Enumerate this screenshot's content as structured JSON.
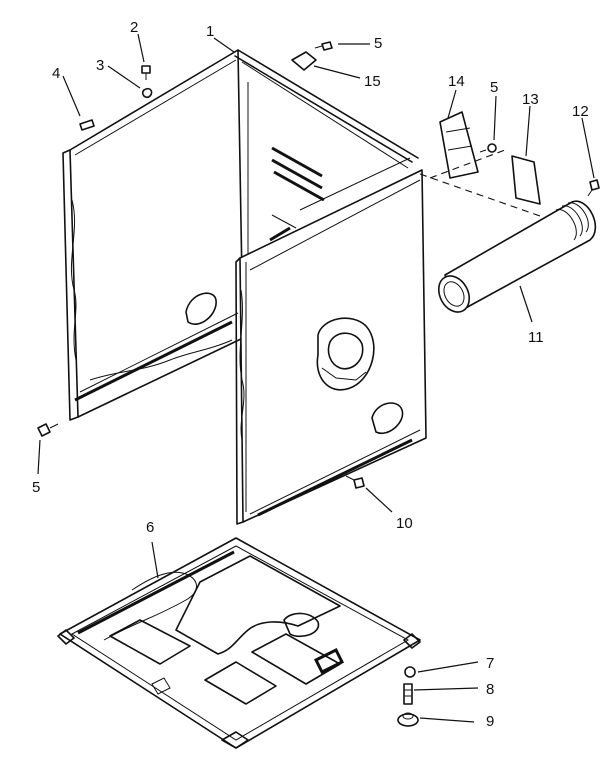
{
  "callouts": [
    {
      "id": "1",
      "label": "1"
    },
    {
      "id": "2",
      "label": "2"
    },
    {
      "id": "3",
      "label": "3"
    },
    {
      "id": "4",
      "label": "4"
    },
    {
      "id": "5a",
      "label": "5"
    },
    {
      "id": "15",
      "label": "15"
    },
    {
      "id": "14",
      "label": "14"
    },
    {
      "id": "5b",
      "label": "5"
    },
    {
      "id": "13",
      "label": "13"
    },
    {
      "id": "12",
      "label": "12"
    },
    {
      "id": "11",
      "label": "11"
    },
    {
      "id": "5c",
      "label": "5"
    },
    {
      "id": "10",
      "label": "10"
    },
    {
      "id": "6",
      "label": "6"
    },
    {
      "id": "7",
      "label": "7"
    },
    {
      "id": "8",
      "label": "8"
    },
    {
      "id": "9",
      "label": "9"
    }
  ]
}
